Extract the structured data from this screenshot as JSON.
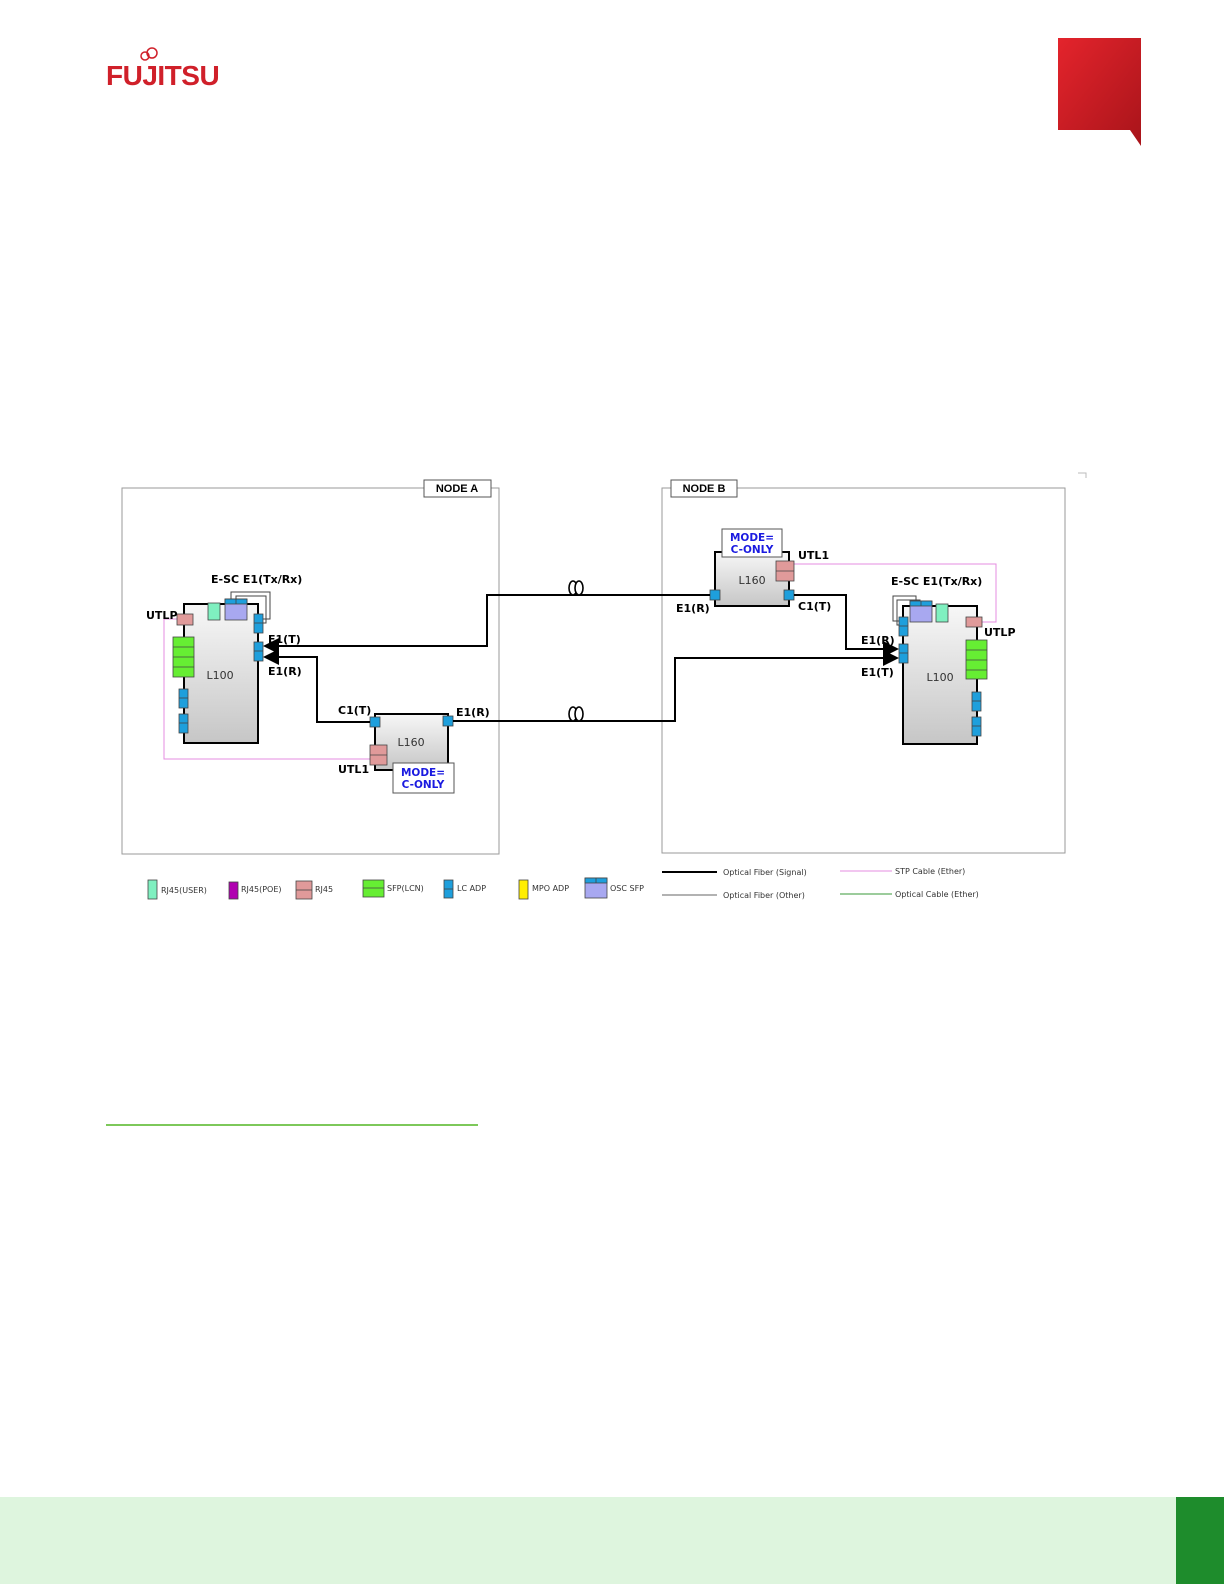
{
  "header": {
    "logo_text": "FUJITSU",
    "colors": {
      "brand_red": "#d0202a",
      "tab_red": "#c41a22"
    }
  },
  "diagram": {
    "node_a": {
      "label": "NODE A",
      "l100": {
        "label": "L100",
        "esc": "E-SC E1(Tx/Rx)",
        "utlp": "UTLP",
        "e1t": "E1(T)",
        "e1r": "E1(R)"
      },
      "l160": {
        "label": "L160",
        "c1t": "C1(T)",
        "e1r": "E1(R)",
        "utl1": "UTL1",
        "mode_line1": "MODE=",
        "mode_line2": "C-ONLY"
      }
    },
    "node_b": {
      "label": "NODE B",
      "l160": {
        "label": "L160",
        "utl1": "UTL1",
        "e1r": "E1(R)",
        "c1t": "C1(T)",
        "mode_line1": "MODE=",
        "mode_line2": "C-ONLY"
      },
      "l100": {
        "label": "L100",
        "esc": "E-SC E1(Tx/Rx)",
        "utlp": "UTLP",
        "e1r": "E1(R)",
        "e1t": "E1(T)"
      }
    },
    "legend": {
      "rj45_user": "RJ45(USER)",
      "rj45_poe": "RJ45(POE)",
      "rj45": "RJ45",
      "sfp_lcn": "SFP(LCN)",
      "lc_adp": "LC ADP",
      "mpo_adp": "MPO ADP",
      "osc_sfp": "OSC SFP",
      "fiber_signal": "Optical Fiber (Signal)",
      "fiber_other": "Optical Fiber (Other)",
      "stp_cable": "STP Cable (Ether)",
      "optical_cable": "Optical Cable (Ether)"
    },
    "colors": {
      "rj45_user": "#7ff0c0",
      "rj45_poe": "#b000b0",
      "rj45": "#e09a9a",
      "sfp_lcn": "#66ee33",
      "lc_adp": "#1e9fdc",
      "mpo_adp": "#ffee00",
      "osc_sfp": "#a8a8f0",
      "stp": "#e58ce0",
      "optical_ether": "#3a9a3a",
      "mode_text": "#1a1ae0"
    }
  },
  "footer": {
    "band_color": "#def5de",
    "tab_color": "#1e8c2c",
    "divider_color": "#7dc85a"
  }
}
